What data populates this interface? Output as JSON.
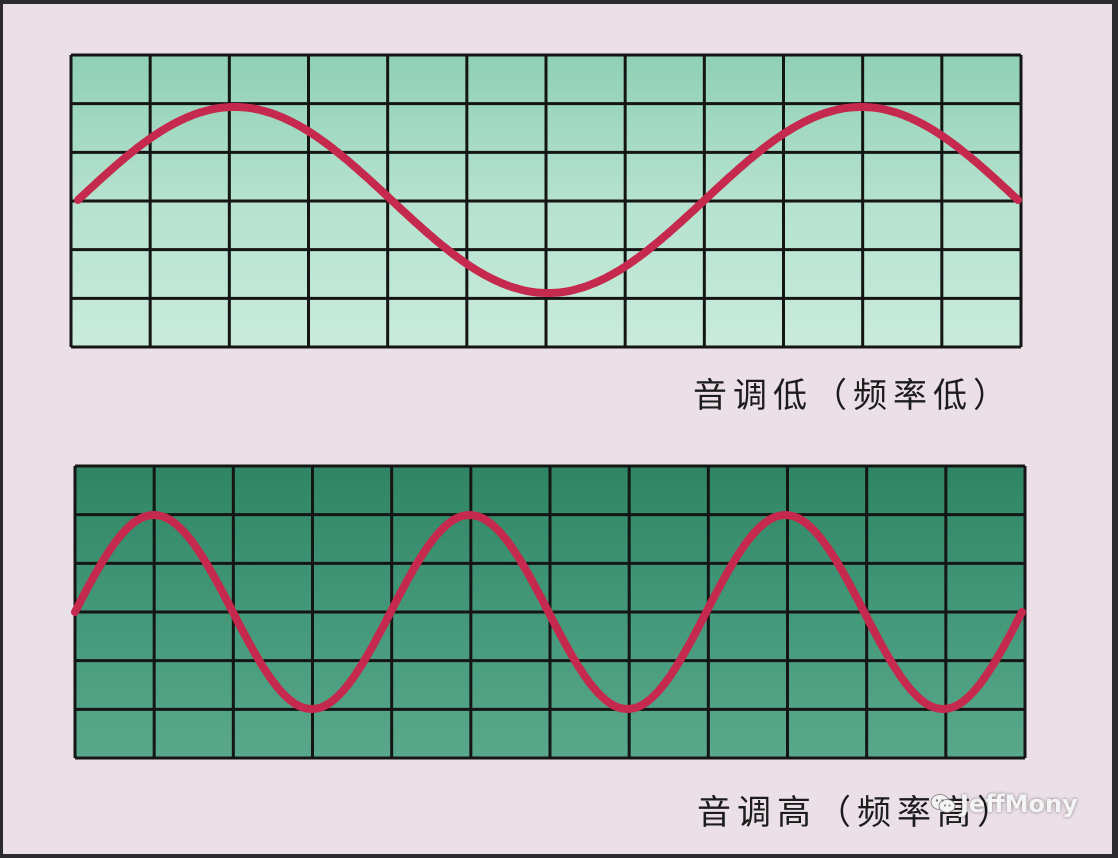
{
  "panels": [
    {
      "id": "low",
      "caption": "音调低（频率低）",
      "cycles": 1.5,
      "fill_color": "#a9dcc5",
      "wave_color": "#c52a4e"
    },
    {
      "id": "high",
      "caption": "音调高（频率高）",
      "cycles": 3,
      "fill_color": "#3f9474",
      "wave_color": "#c52a4e"
    }
  ],
  "watermark": {
    "icon": "wechat-icon",
    "text": "JeffMony"
  }
}
